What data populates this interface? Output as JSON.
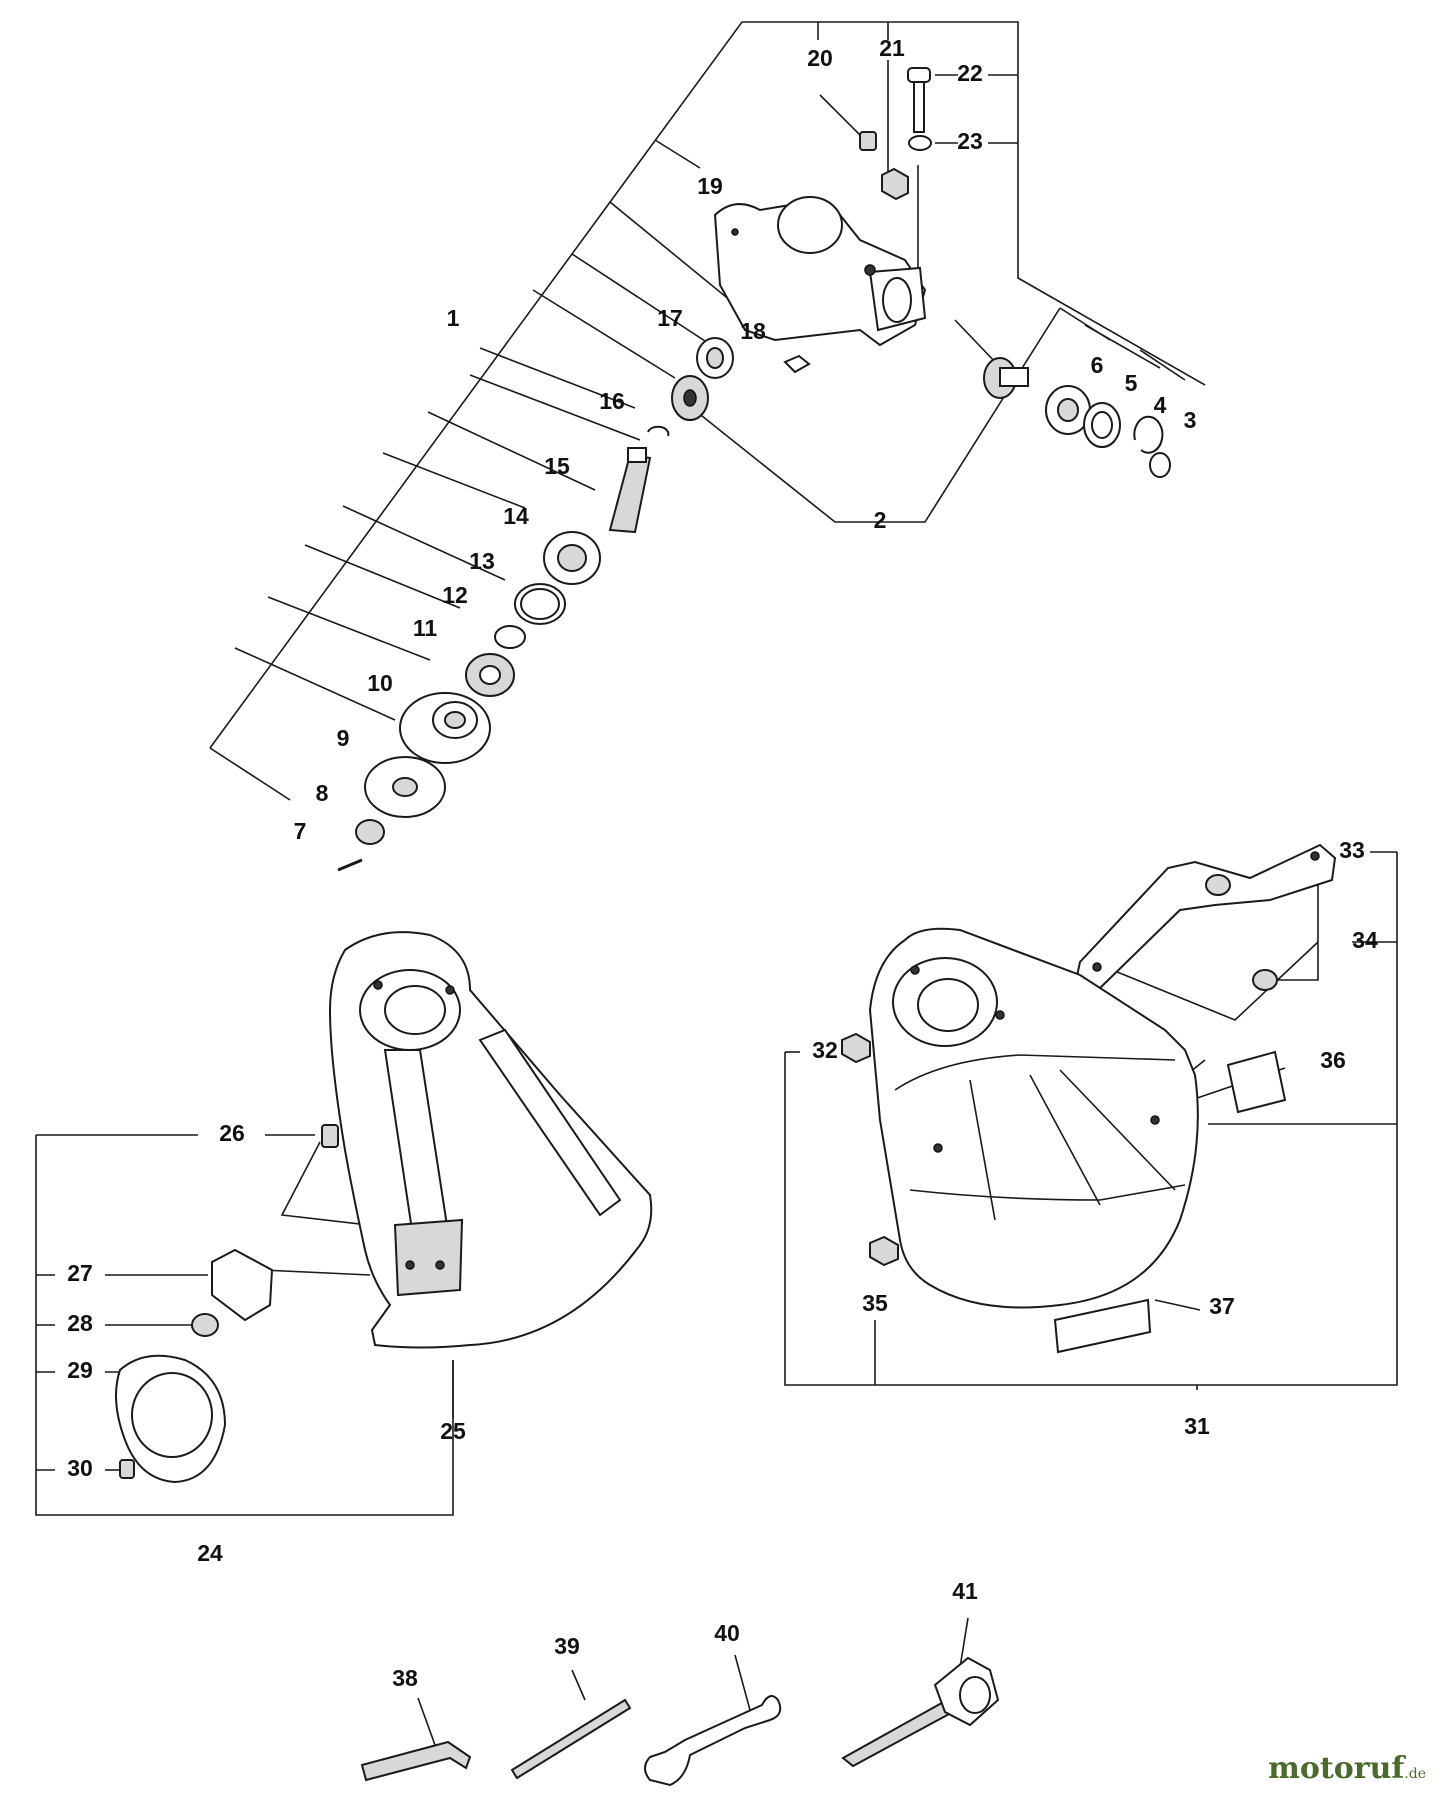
{
  "diagram": {
    "part_numbers": [
      "1",
      "2",
      "3",
      "4",
      "5",
      "6",
      "7",
      "8",
      "9",
      "10",
      "11",
      "12",
      "13",
      "14",
      "15",
      "16",
      "17",
      "18",
      "19",
      "20",
      "21",
      "22",
      "23",
      "24",
      "25",
      "26",
      "27",
      "28",
      "29",
      "30",
      "31",
      "32",
      "33",
      "34",
      "35",
      "36",
      "37",
      "38",
      "39",
      "40",
      "41"
    ]
  },
  "watermark": {
    "brand": "motoruf",
    "suffix": ".de"
  }
}
